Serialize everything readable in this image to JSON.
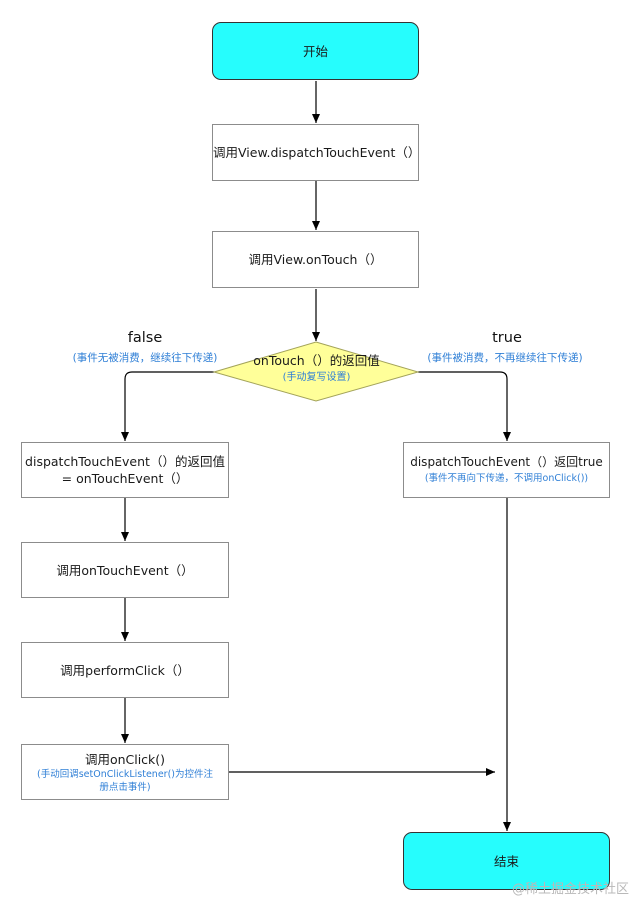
{
  "start": {
    "label": "开始"
  },
  "step1": {
    "label": "调用View.dispatchTouchEvent（）"
  },
  "step2": {
    "label": "调用View.onTouch（）"
  },
  "decision": {
    "label": "onTouch（）的返回值",
    "note": "(手动复写设置)"
  },
  "false_branch": {
    "label": "false",
    "note": "(事件无被消费，继续往下传递)"
  },
  "true_branch": {
    "label": "true",
    "note": "(事件被消费，不再继续往下传递)"
  },
  "left1": {
    "line1": "dispatchTouchEvent（）的返回值",
    "line2": "= onTouchEvent（）"
  },
  "left2": {
    "label": "调用onTouchEvent（）"
  },
  "left3": {
    "label": "调用performClick（）"
  },
  "left4": {
    "label": "调用onClick()",
    "note_line1": "(手动回调setOnClickListener()为控件注",
    "note_line2": "册点击事件)"
  },
  "right1": {
    "label": "dispatchTouchEvent（）返回true",
    "note": "(事件不再向下传递，不调用onClick())"
  },
  "end": {
    "label": "结束"
  },
  "watermark": "@稀土掘金技术社区",
  "colors": {
    "terminal_fill": "#26fdfd",
    "decision_fill": "#ffff99",
    "note_text": "#2f7fd6",
    "box_border": "#8c8c8c"
  }
}
